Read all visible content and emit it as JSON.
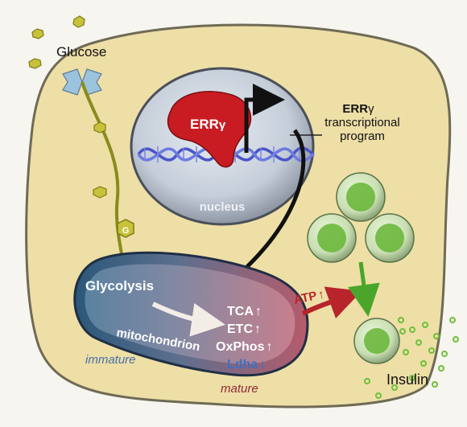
{
  "labels": {
    "glucose": "Glucose",
    "glucose_tag": "G",
    "err": "ERR",
    "gamma": "γ",
    "program_line1": "transcriptional",
    "program_line2": "program",
    "nucleus": "nucleus",
    "glycolysis": "Glycolysis",
    "mitochondrion": "mitochondrion",
    "immature": "immature",
    "mature": "mature",
    "tca": "TCA",
    "etc": "ETC",
    "oxphos": "OxPhos",
    "ldha": "Ldha",
    "up_arrow": "↑",
    "down_arrow": "↓",
    "atp": "ATP",
    "insulin": "Insulin"
  },
  "colors": {
    "cell_fill": "#eddfa6",
    "cell_stroke": "#6e6a55",
    "nucleus_fill": "#c7cfdc",
    "err_protein": "#c81c22",
    "dna": "#4a55c8",
    "mito_left": "#2f5b7e",
    "mito_right": "#b45a6a",
    "atp_arrow": "#b7242a",
    "granule": "#6fbf3a",
    "glucose": "#c8c23a",
    "arrow_black": "#111111"
  }
}
